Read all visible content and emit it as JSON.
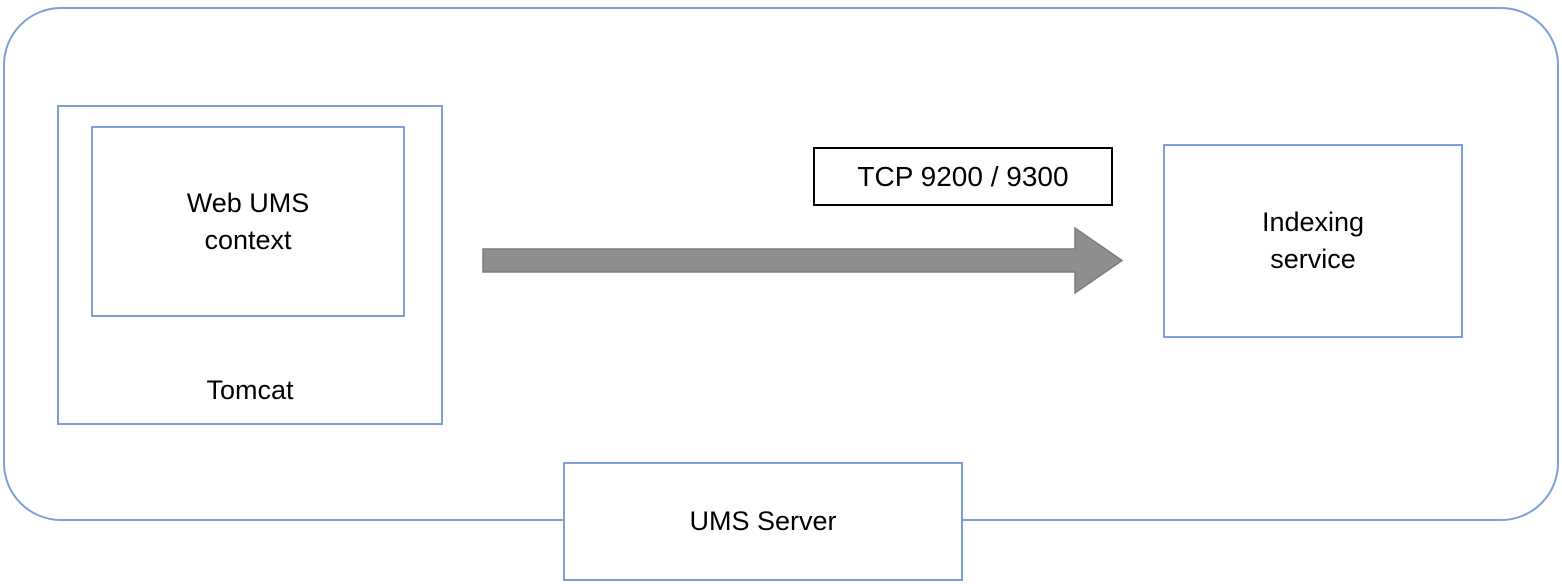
{
  "diagram": {
    "colors": {
      "node_border": "#7d9fd6",
      "connection_label_border": "#000000",
      "arrow_fill": "#8e8e8e",
      "arrow_edge": "#7c7c7c",
      "text": "#000000",
      "background": "#ffffff"
    },
    "nodes": {
      "tomcat": {
        "label": "Tomcat"
      },
      "web_ums_context": {
        "lines": [
          "Web UMS",
          "context"
        ]
      },
      "indexing_service": {
        "lines": [
          "Indexing",
          "service"
        ]
      },
      "ums_server": {
        "label": "UMS Server"
      }
    },
    "connection": {
      "label": "TCP 9200 / 9300",
      "direction": "left-to-right",
      "from": "Web UMS context",
      "to": "Indexing service"
    }
  }
}
